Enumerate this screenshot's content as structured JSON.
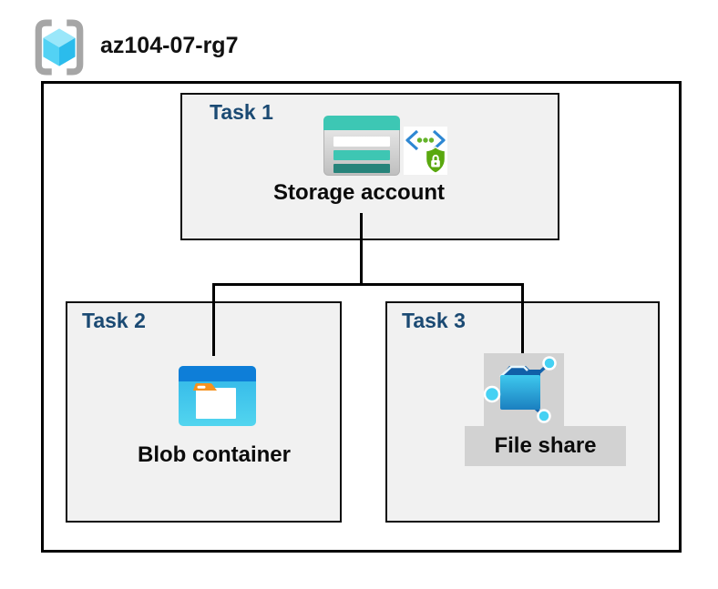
{
  "header": {
    "resource_group": "az104-07-rg7"
  },
  "tasks": [
    {
      "label": "Task 1",
      "node": "Storage account"
    },
    {
      "label": "Task 2",
      "node": "Blob container"
    },
    {
      "label": "Task 3",
      "node": "File share"
    }
  ],
  "connections": [
    {
      "from": "Storage account",
      "to": "Blob container"
    },
    {
      "from": "Storage account",
      "to": "File share"
    }
  ],
  "icons": [
    "resource-group-icon",
    "storage-account-icon",
    "sas-lock-icon",
    "blob-container-icon",
    "file-share-icon"
  ],
  "colors": {
    "task_label": "#1b4a73",
    "task_box_fill": "#f1f1f1",
    "box_border": "#000000",
    "gray_panel": "#d2d2d2",
    "storage_teal": "#3dc7b4",
    "storage_teal_dark": "#26837a",
    "blob_band_blue": "#0e7ed8",
    "blob_body_blue": "#3fc3eb",
    "folder_tab_orange": "#f6921e",
    "file_share_blue": "#2aa7e0",
    "shield_green": "#5aa80f",
    "bracket_blue": "#2d87d3",
    "node_dot_cyan": "#45d1f3",
    "rg_bracket_gray": "#a6a6a6",
    "rg_cube_cyan": "#53d2f4"
  }
}
